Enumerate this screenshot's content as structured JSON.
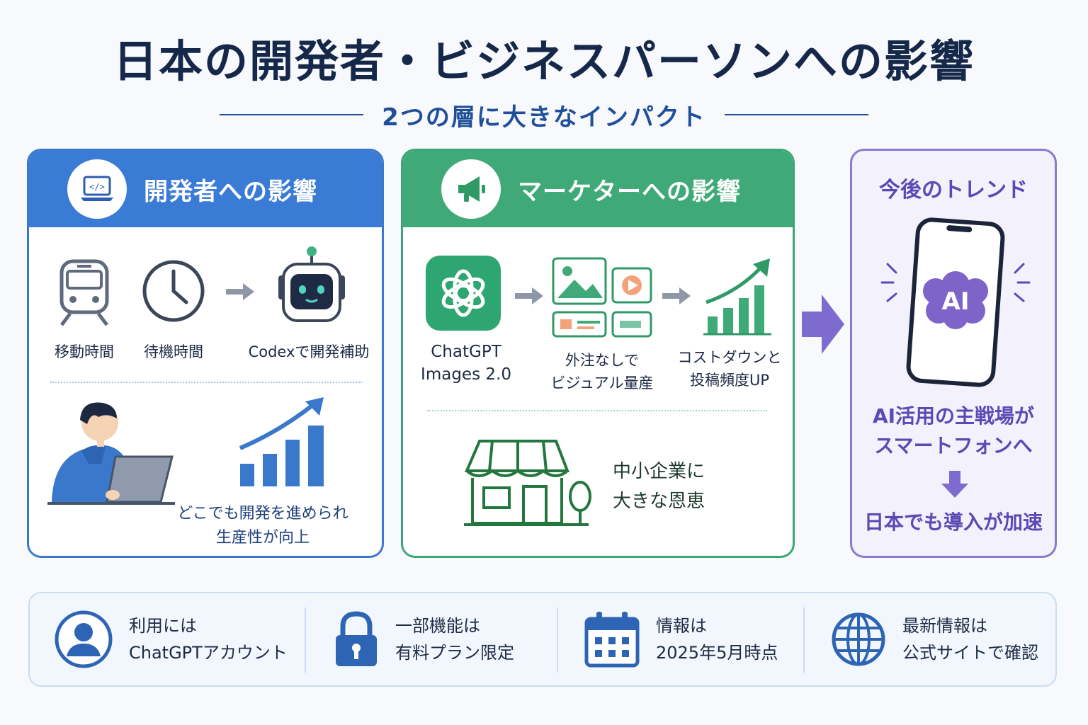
{
  "title": "日本の開発者・ビジネスパーソンへの影響",
  "subtitle": "2つの層に大きなインパクト",
  "developer": {
    "title": "開発者への影響",
    "steps": [
      "移動時間",
      "待機時間",
      "Codexで開発補助"
    ],
    "result_line1": "どこでも開発を進められ",
    "result_line2": "生産性が向上"
  },
  "marketer": {
    "title": "マーケターへの影響",
    "step1_line1": "ChatGPT",
    "step1_line2": "Images 2.0",
    "step2_line1": "外注なしで",
    "step2_line2": "ビジュアル量産",
    "step3_line1": "コストダウンと",
    "step3_line2": "投稿頻度UP",
    "result_line1": "中小企業に",
    "result_line2": "大きな恩恵"
  },
  "trend": {
    "title": "今後のトレンド",
    "phone_label": "AI",
    "line1": "AI活用の主戦場が",
    "line2": "スマートフォンへ",
    "line3": "日本でも導入が加速"
  },
  "notes": [
    {
      "icon": "user-icon",
      "line1": "利用には",
      "line2": "ChatGPTアカウント"
    },
    {
      "icon": "lock-icon",
      "line1": "一部機能は",
      "line2": "有料プラン限定"
    },
    {
      "icon": "calendar-icon",
      "line1": "情報は",
      "line2": "2025年5月時点"
    },
    {
      "icon": "globe-icon",
      "line1": "最新情報は",
      "line2": "公式サイトで確認"
    }
  ],
  "colors": {
    "navy": "#15284a",
    "dev_blue": "#3a7bd5",
    "mkt_green": "#3faa78",
    "trend_purple": "#5b49b5"
  }
}
